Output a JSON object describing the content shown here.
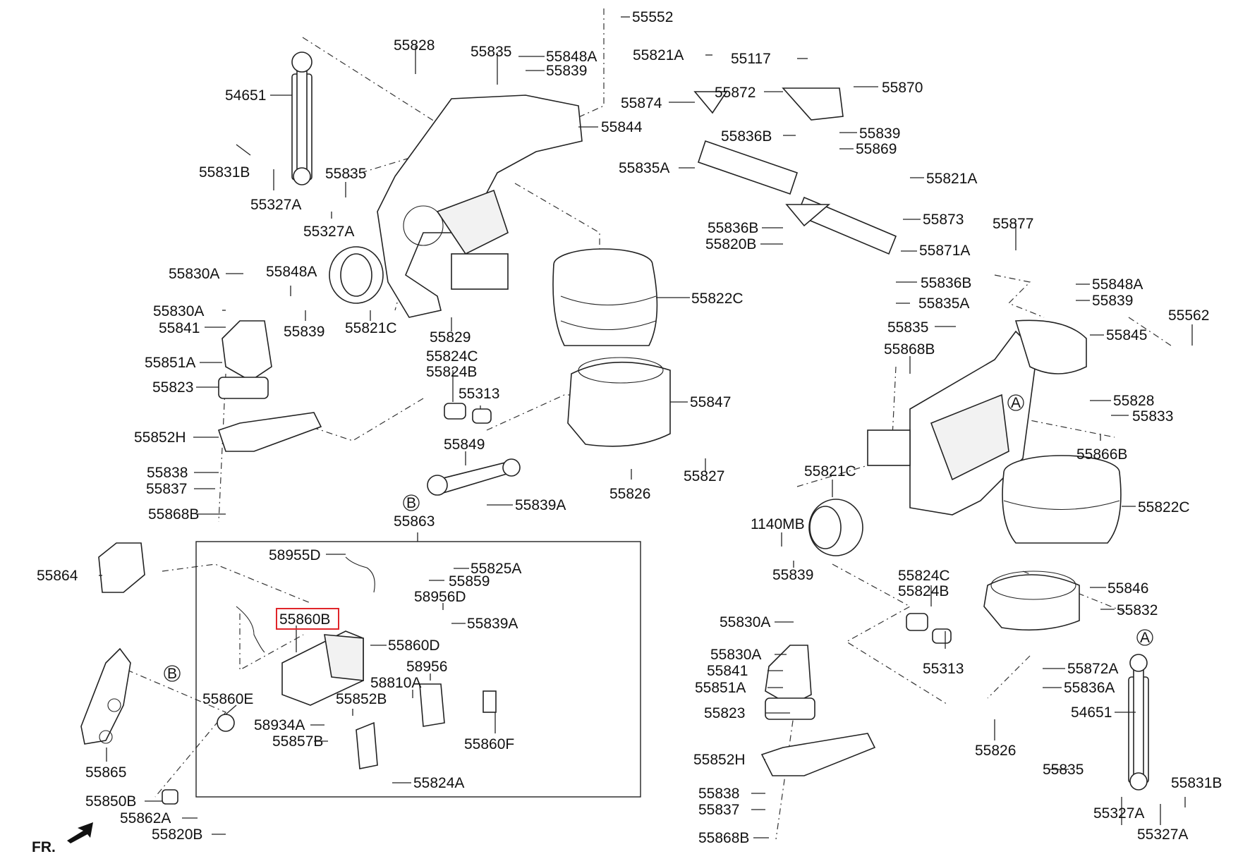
{
  "labels": {
    "l0": "55552",
    "l1": "55828",
    "l2": "55835",
    "l3": "55848A",
    "l4": "55839",
    "l5": "54651",
    "l6": "55844",
    "l7": "55831B",
    "l8": "55835",
    "l9": "55327A",
    "l10": "55327A",
    "l11": "55830A",
    "l12": "55848A",
    "l13": "55830A",
    "l14": "55841",
    "l15": "55839",
    "l16": "55821C",
    "l17": "55829",
    "l18": "55851A",
    "l19": "55823",
    "l20": "55824C",
    "l21": "55824B",
    "l22": "55313",
    "l23": "55852H",
    "l24": "55847",
    "l25": "55838",
    "l26": "55849",
    "l27": "55837",
    "l28": "55826",
    "l29": "55827",
    "l30": "55868B",
    "l31": "55839A",
    "l32": "55863",
    "l33": "55821A",
    "l34": "55117",
    "l35": "55870",
    "l36": "55874",
    "l37": "55872",
    "l38": "55839",
    "l39": "55836B",
    "l40": "55869",
    "l41": "55835A",
    "l42": "55821A",
    "l43": "55873",
    "l44": "55836B",
    "l45": "55877",
    "l46": "55820B",
    "l47": "55871A",
    "l48": "55822C",
    "l49": "55836B",
    "l50": "55848A",
    "l51": "55835A",
    "l52": "55839",
    "l53": "55562",
    "l54": "55835",
    "l55": "55845",
    "l56": "55868B",
    "l57": "55828",
    "l58": "55833",
    "l59": "55866B",
    "l60": "55821C",
    "l61": "55822C",
    "l62": "1140MB",
    "l63": "55839",
    "l64": "55864",
    "l65": "58955D",
    "l66": "55825A",
    "l67": "55859",
    "l68": "58956D",
    "l69": "55860B",
    "l70": "55839A",
    "l71": "55860D",
    "l72": "58956",
    "l73": "58810A",
    "l74": "55860E",
    "l75": "55852B",
    "l76": "58934A",
    "l77": "55857B",
    "l78": "55860F",
    "l79": "55865",
    "l80": "55824A",
    "l81": "55850B",
    "l82": "55862A",
    "l83": "55820B",
    "l84": "55824C",
    "l85": "55824B",
    "l86": "55846",
    "l87": "55832",
    "l88": "55830A",
    "l89": "55830A",
    "l90": "55841",
    "l91": "55313",
    "l92": "55872A",
    "l93": "55851A",
    "l94": "55836A",
    "l95": "55823",
    "l96": "54651",
    "l97": "55826",
    "l98": "55852H",
    "l99": "55835",
    "l100": "55838",
    "l101": "55831B",
    "l102": "55837",
    "l103": "55327A",
    "l104": "55327A",
    "l105": "55868B"
  },
  "ref_markers": {
    "a1": "A",
    "a2": "A",
    "b1": "B",
    "b2": "B"
  },
  "orientation": {
    "label": "FR."
  },
  "highlight": {
    "part": "55860B",
    "color": "#e0252a"
  }
}
